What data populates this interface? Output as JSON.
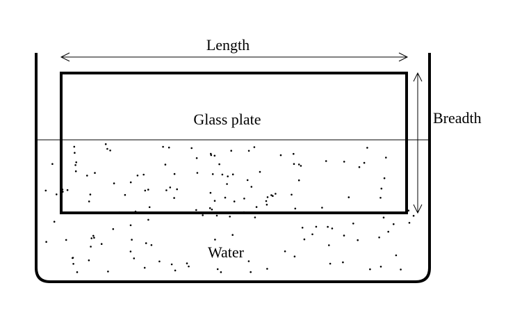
{
  "labels": {
    "length": "Length",
    "breadth": "Breadth",
    "plate": "Glass plate",
    "water": "Water"
  },
  "colors": {
    "stroke": "#000000",
    "background": "#ffffff"
  }
}
